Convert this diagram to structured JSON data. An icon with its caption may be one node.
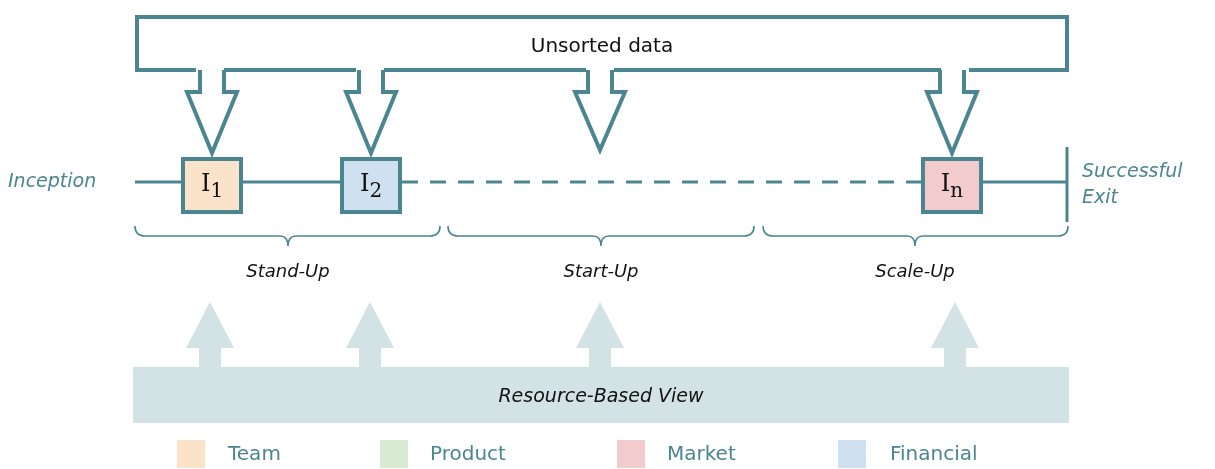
{
  "diagram": {
    "nodes": [
      {
        "text": [
          "Unsorted data"
        ]
      },
      {
        "text": [
          "I$_{1}$"
        ]
      },
      {
        "text": [
          "I$_{2}$"
        ]
      },
      {
        "text": [
          "I$_{n}$"
        ]
      },
      {
        "text": [
          "Inception"
        ]
      },
      {
        "text": [
          "Successful Exit"
        ]
      },
      {
        "text": [
          "Resource-Based View"
        ]
      }
    ],
    "edges": [
      {
        "from": 0,
        "to": 1,
        "arrow": "to"
      },
      {
        "from": 0,
        "to": 2,
        "arrow": "to"
      },
      {
        "from": 0,
        "to": null,
        "arrow": "to"
      },
      {
        "from": 0,
        "to": 3,
        "arrow": "to"
      },
      {
        "from": 4,
        "to": 1,
        "arrow": "none"
      },
      {
        "from": 1,
        "to": 2,
        "arrow": "none"
      },
      {
        "from": 2,
        "to": 3,
        "arrow": "none",
        "style": "dashed"
      },
      {
        "from": 3,
        "to": 5,
        "arrow": "none"
      },
      {
        "from": 6,
        "to": null,
        "arrow": "to",
        "style": "thick",
        "color": "#d3e2e5"
      },
      {
        "from": 6,
        "to": null,
        "arrow": "to",
        "style": "thick",
        "color": "#d3e2e5"
      },
      {
        "from": 6,
        "to": null,
        "arrow": "to",
        "style": "thick",
        "color": "#d3e2e5"
      },
      {
        "from": 6,
        "to": null,
        "arrow": "to",
        "style": "thick",
        "color": "#d3e2e5"
      }
    ],
    "labels": [
      "Stand-Up",
      "Start-Up",
      "Scale-Up"
    ],
    "legend": [
      {
        "text": "Team",
        "color": "#fbe3c9"
      },
      {
        "text": "Product",
        "color": "#d9ead3"
      },
      {
        "text": "Market",
        "color": "#f2cccc"
      },
      {
        "text": "Financial",
        "color": "#cfe0f1"
      }
    ]
  }
}
